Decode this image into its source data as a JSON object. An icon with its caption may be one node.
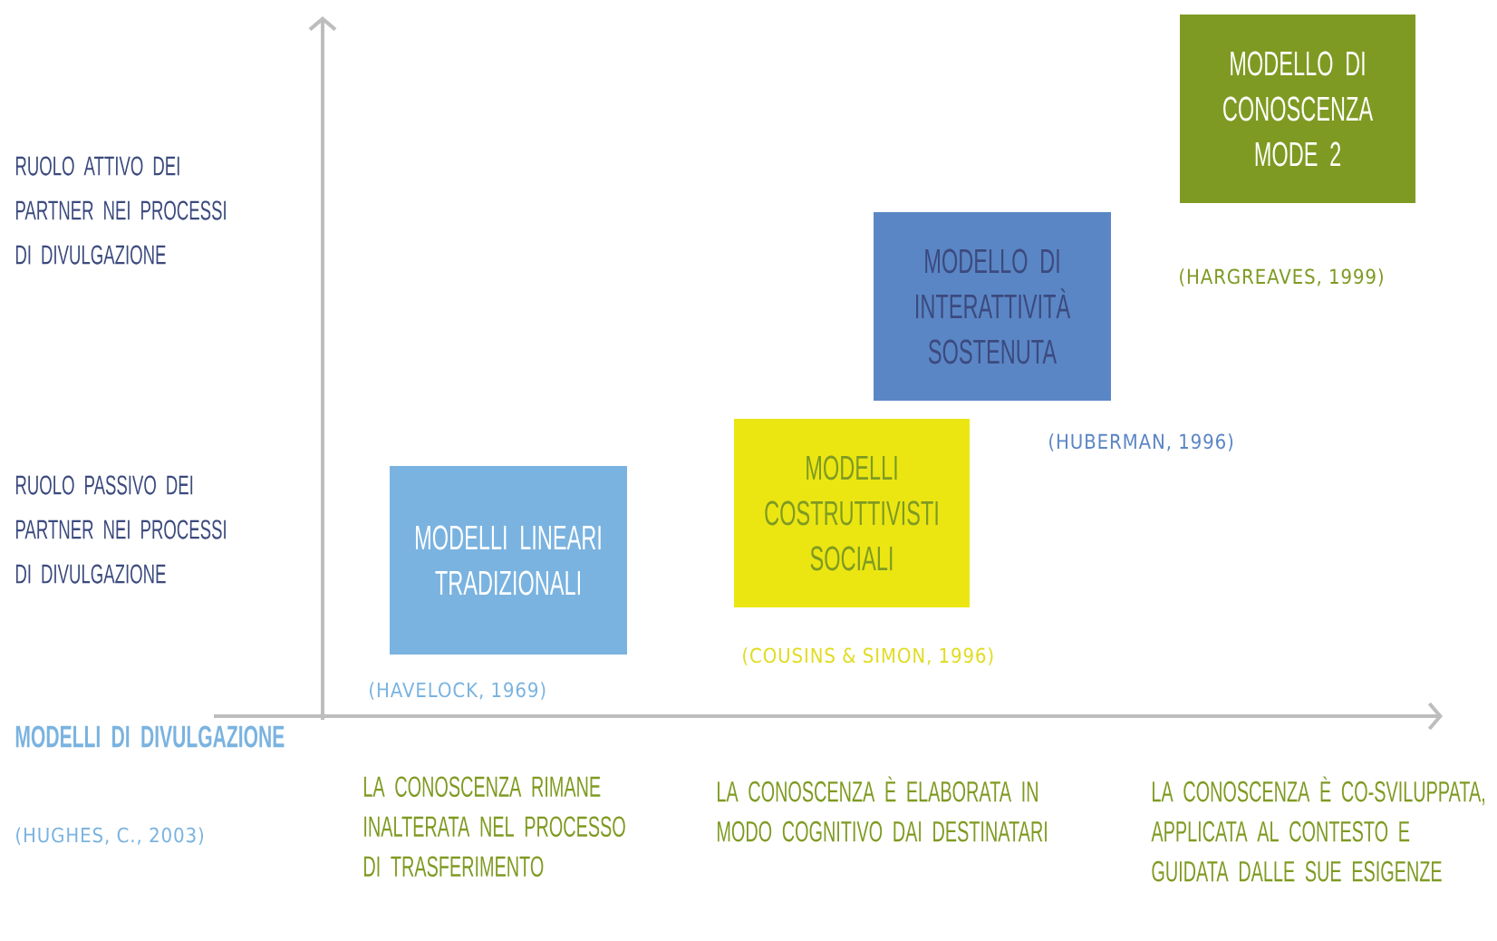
{
  "diagram": {
    "nodes": [
      {
        "text": [
          "MODELLI LINEARI TRADIZIONALI"
        ],
        "beside": [
          "(HAVELOCK, 1969)"
        ]
      },
      {
        "text": [
          "MODELLI COSTRUTTIVISTI SOCIALI"
        ],
        "beside": [
          "(COUSINS & SIMON, 1996)"
        ]
      },
      {
        "text": [
          "MODELLO DI INTERATTIVITÀ SOSTENUTA"
        ],
        "beside": [
          "(HUBERMAN, 1996)"
        ]
      },
      {
        "text": [
          "MODELLO DI CONOSCENZA MODE 2"
        ],
        "beside": [
          "(HARGREAVES, 1999)"
        ]
      }
    ],
    "labels": [
      "RUOLO ATTIVO DEI PARTNER NEI PROCESSI DI DIVULGAZIONE",
      "RUOLO PASSIVO DEI PARTNER NEI PROCESSI DI DIVULGAZIONE",
      "MODELLI DI DIVULGAZIONE",
      "(HUGHES, C., 2003)",
      "LA CONOSCENZA RIMANE INALTERATA NEL PROCESSO DI TRASFERIMENTO",
      "LA CONOSCENZA È ELABORATA IN MODO COGNITIVO DAI DESTINATARI",
      "LA CONOSCENZA È CO-SVILUPPATA, APPLICATA AL CONTESTO E GUIDATA DALLE SUE ESIGENZE"
    ]
  }
}
